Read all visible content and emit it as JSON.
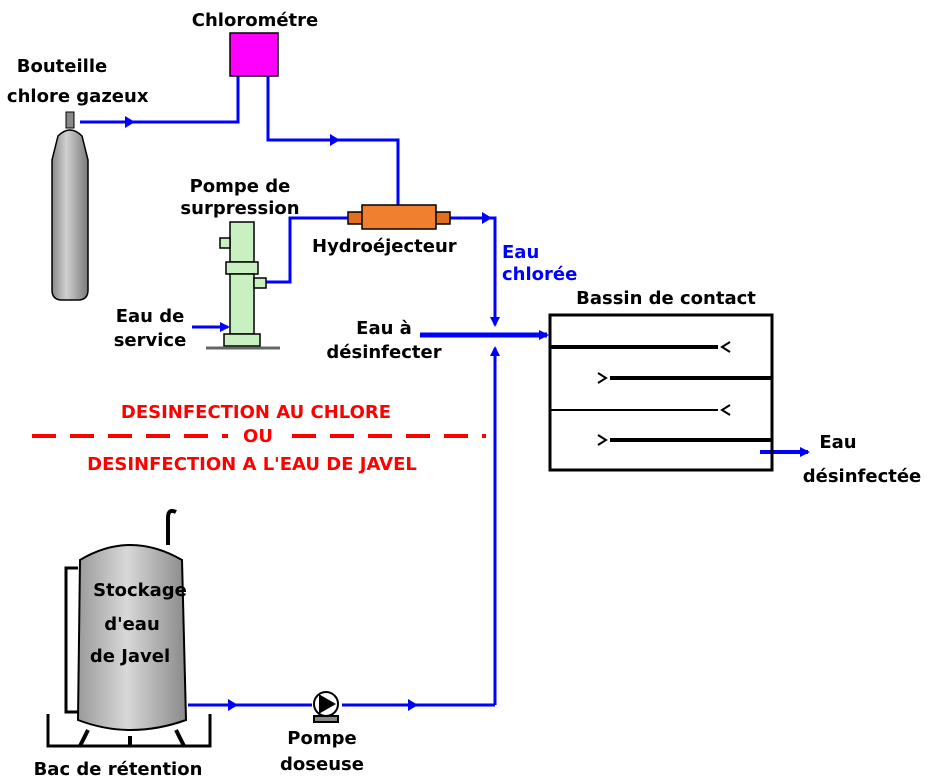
{
  "labels": {
    "chlorometre": "Chlorométre",
    "bouteille_line1": "Bouteille",
    "bouteille_line2": "de chlore gazeux",
    "pompe_surpression_line1": "Pompe de",
    "pompe_surpression_line2": "surpression",
    "hydroejecteur": "Hydroéjecteur",
    "eau_chloree_line1": "Eau",
    "eau_chloree_line2": "chlorée",
    "bassin_contact": "Bassin de contact",
    "eau_service_line1": "Eau de",
    "eau_service_line2": "service",
    "eau_desinfecter_line1": "Eau à",
    "eau_desinfecter_line2": "désinfecter",
    "eau_desinfectee_line1": "Eau",
    "eau_desinfectee_line2": "désinfectée",
    "stockage_line1": "Stockage",
    "stockage_line2": "d'eau",
    "stockage_line3": "de Javel",
    "bac_retention": "Bac de rétention",
    "pompe_doseuse_line1": "Pompe",
    "pompe_doseuse_line2": "doseuse"
  },
  "separator": {
    "line1": "DESINFECTION AU CHLORE",
    "line2": "OU",
    "line3": "DESINFECTION A L'EAU DE JAVEL"
  },
  "colors": {
    "pipe": "#0000ff",
    "separator": "#ff0000",
    "chlorometer": "#ff00ff",
    "hydroejector": "#e07020",
    "pump": "#c8f0c0",
    "tank": "#b0b0b0"
  }
}
